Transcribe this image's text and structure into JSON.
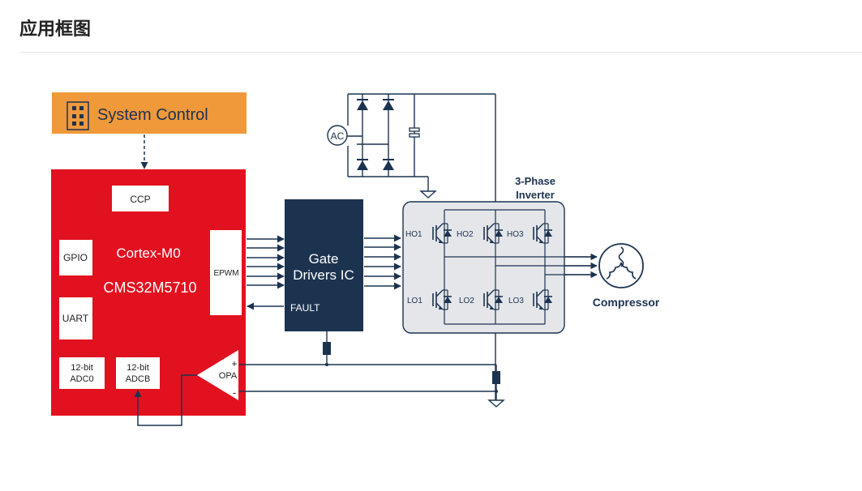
{
  "page": {
    "title": "应用框图"
  },
  "diagram": {
    "system_control": "System Control",
    "mcu": {
      "core": "Cortex-M0",
      "part_number": "CMS32M5710",
      "ccp": "CCP",
      "gpio": "GPIO",
      "uart": "UART",
      "epwm": "EPWM",
      "adc0": [
        "12-bit",
        "ADC0"
      ],
      "adcb": [
        "12-bit",
        "ADCB"
      ],
      "opa": "OPA",
      "opa_plus": "+",
      "opa_minus": "-"
    },
    "gate_driver": {
      "line1": "Gate",
      "line2": "Drivers IC",
      "fault": "FAULT"
    },
    "ac_source": "AC",
    "inverter": {
      "title_line1": "3-Phase",
      "title_line2": "Inverter",
      "high_side": [
        "HO1",
        "HO2",
        "HO3"
      ],
      "low_side": [
        "LO1",
        "LO2",
        "LO3"
      ]
    },
    "motor": "Compressor"
  },
  "colors": {
    "mcu_red": "#e2111f",
    "system_control_orange": "#f0993a",
    "gate_driver_navy": "#1c3350",
    "wire": "#1c3350",
    "inverter_fill": "#e4e6e9"
  },
  "icons": [
    "chip-icon",
    "motor-icon",
    "ground-icon",
    "ac-source-icon",
    "diode-icon",
    "capacitor-icon",
    "resistor-icon",
    "igbt-icon"
  ]
}
